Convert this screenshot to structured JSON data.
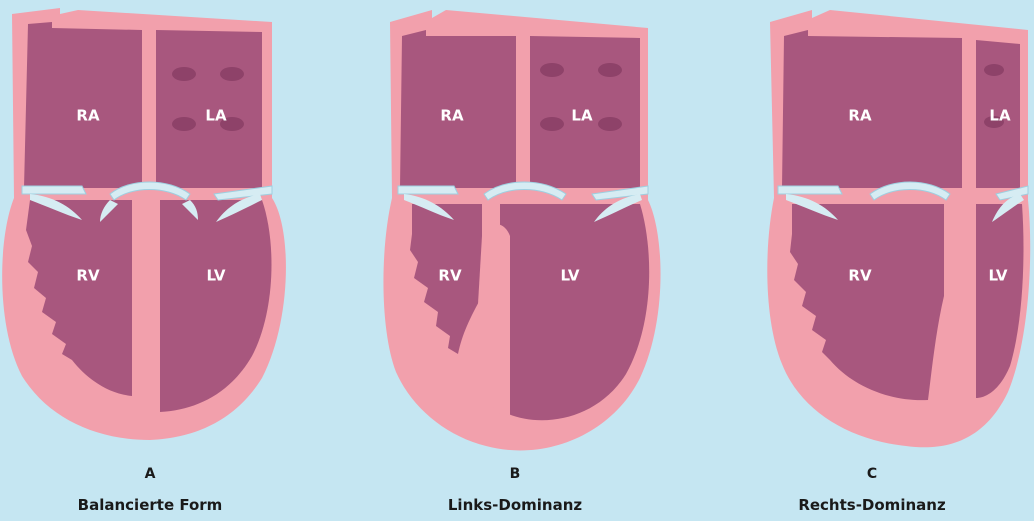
{
  "colors": {
    "background": "#c5e6f2",
    "wall": "#f2a0ac",
    "chamber": "#a8577e",
    "chamber_dark": "#8e4269",
    "valve": "#d6ecf3",
    "valve_outline": "#9ecfe0"
  },
  "panels": [
    {
      "letter": "A",
      "title": "Balancierte Form",
      "variant": "balanced",
      "labels": {
        "ra": "RA",
        "la": "LA",
        "rv": "RV",
        "lv": "LV"
      }
    },
    {
      "letter": "B",
      "title": "Links-Dominanz",
      "variant": "left-dominant",
      "labels": {
        "ra": "RA",
        "la": "LA",
        "rv": "RV",
        "lv": "LV"
      }
    },
    {
      "letter": "C",
      "title": "Rechts-Dominanz",
      "variant": "right-dominant",
      "labels": {
        "ra": "RA",
        "la": "LA",
        "rv": "RV",
        "lv": "LV"
      }
    }
  ]
}
